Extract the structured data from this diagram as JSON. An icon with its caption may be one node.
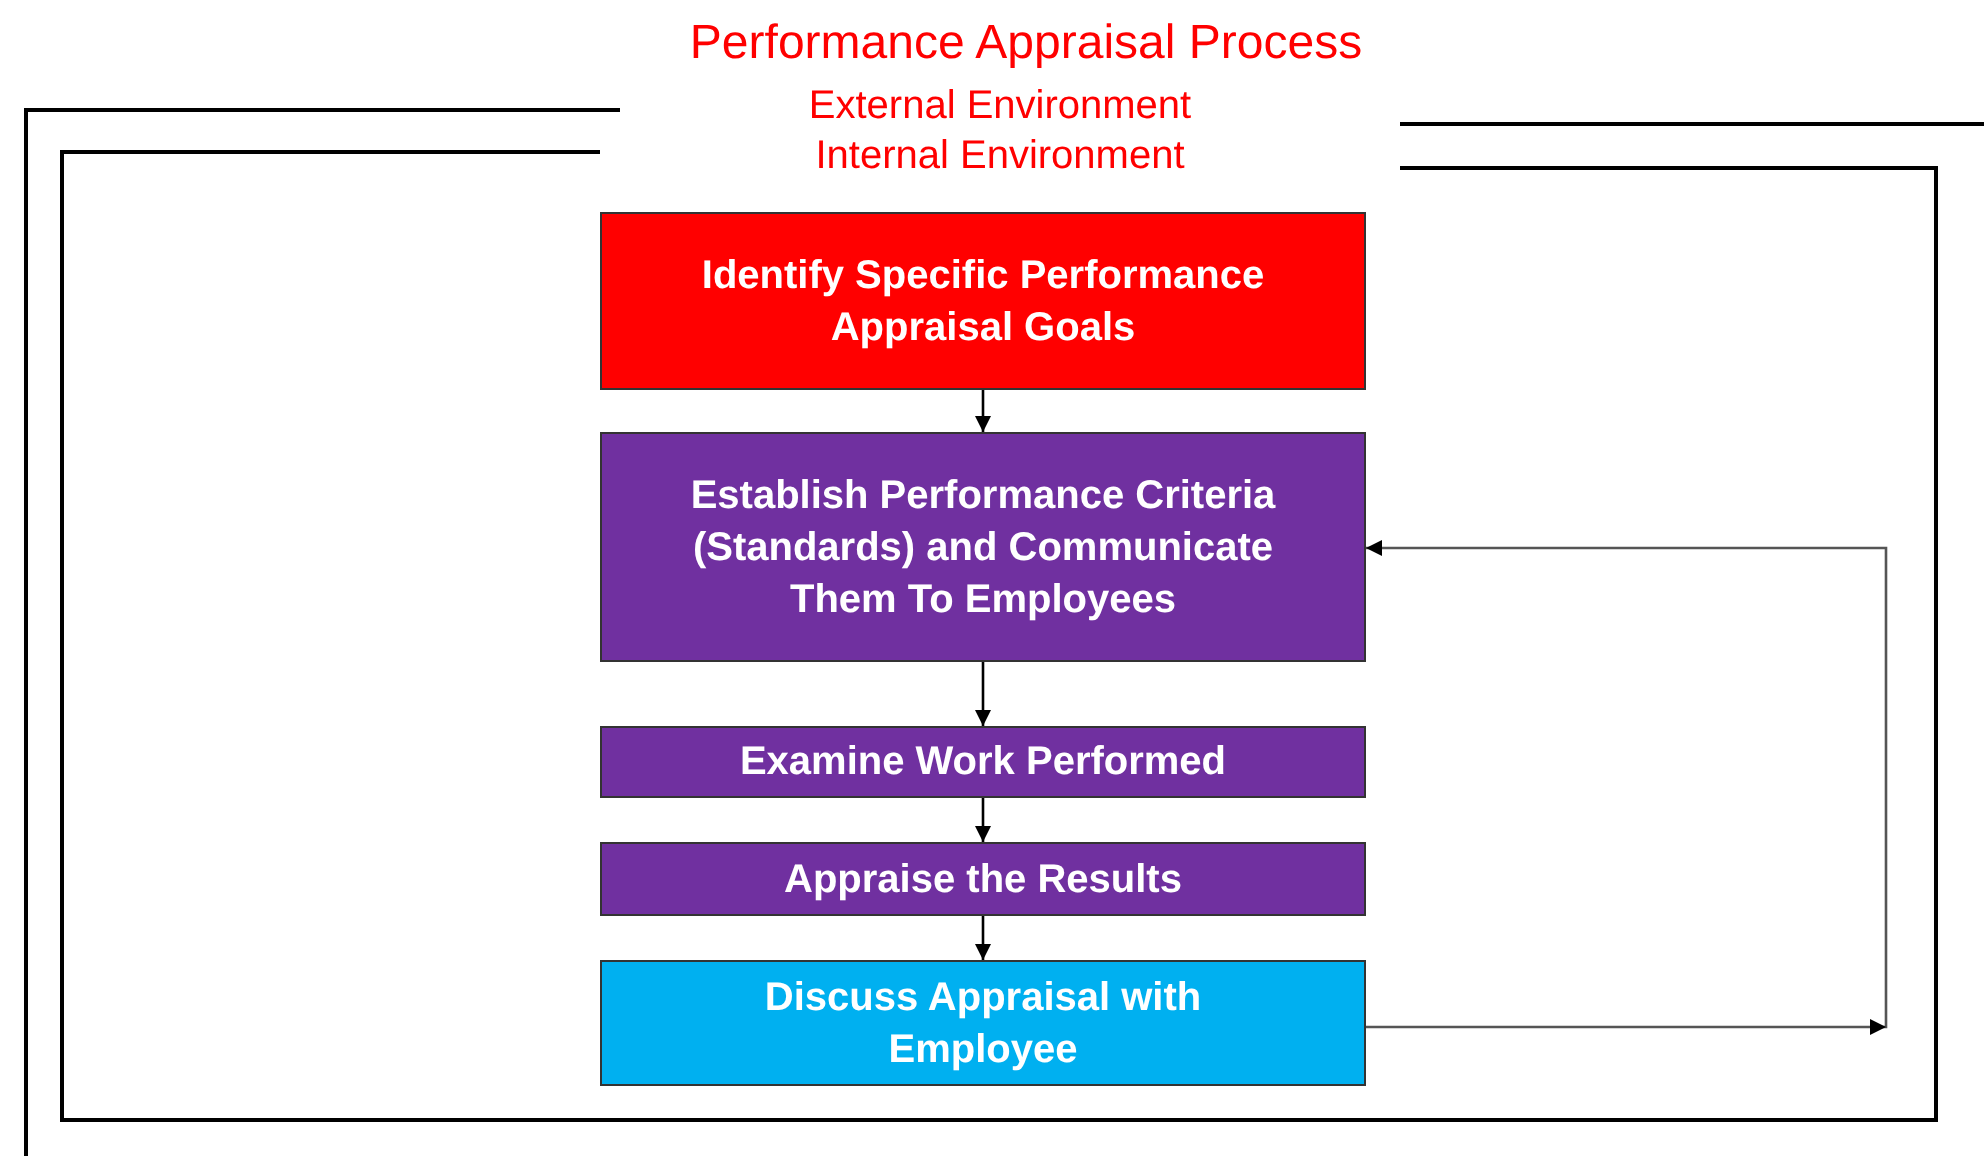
{
  "diagram": {
    "title": "Performance Appraisal Process",
    "nodes": [
      {
        "text": [
          "External Environment"
        ]
      },
      {
        "text": [
          "Internal Environment"
        ],
        "in": 0
      },
      {
        "text": [
          "Identify Specific Performance Appraisal Goals"
        ],
        "in": 1
      },
      {
        "text": [
          "Establish Performance Criteria (Standards) and Communicate Them To Employees"
        ],
        "in": 1
      },
      {
        "text": [
          "Examine Work Performed"
        ],
        "in": 1
      },
      {
        "text": [
          "Appraise the Results"
        ],
        "in": 1
      },
      {
        "text": [
          "Discuss Appraisal with Employee"
        ],
        "in": 1
      }
    ],
    "edges": [
      {
        "from": 2,
        "to": 3,
        "arrow": "to"
      },
      {
        "from": 3,
        "to": 4,
        "arrow": "to"
      },
      {
        "from": 4,
        "to": 5,
        "arrow": "to"
      },
      {
        "from": 5,
        "to": 6,
        "arrow": "to"
      },
      {
        "from": 6,
        "to": 3,
        "arrow": "to"
      }
    ]
  }
}
